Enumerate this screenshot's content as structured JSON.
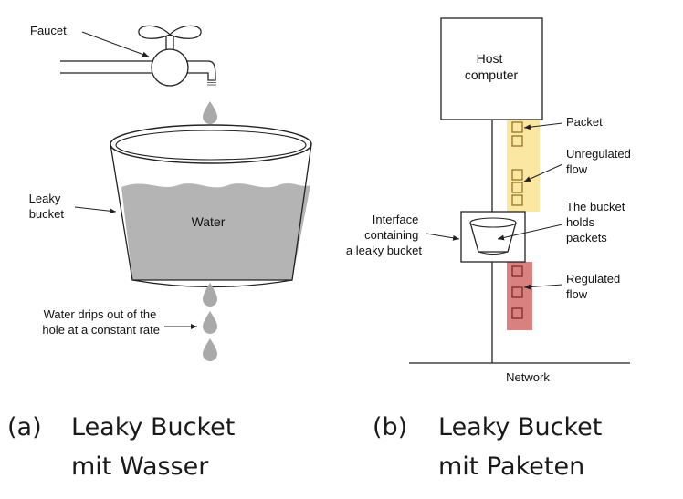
{
  "panel_a": {
    "faucet_label": "Faucet",
    "bucket_label_lines": [
      "Leaky",
      "bucket"
    ],
    "water_label": "Water",
    "drips_label_lines": [
      "Water drips out of the",
      "hole at a constant rate"
    ],
    "caption_letter": "(a)",
    "caption_lines": [
      "Leaky Bucket",
      "mit Wasser"
    ]
  },
  "panel_b": {
    "host_lines": [
      "Host",
      "computer"
    ],
    "packet_label": "Packet",
    "unregulated_lines": [
      "Unregulated",
      "flow"
    ],
    "bucket_holds_lines": [
      "The bucket",
      "holds",
      "packets"
    ],
    "interface_lines": [
      "Interface",
      "containing",
      "a leaky bucket"
    ],
    "regulated_lines": [
      "Regulated",
      "flow"
    ],
    "network_label": "Network",
    "caption_letter": "(b)",
    "caption_lines": [
      "Leaky Bucket",
      "mit Paketen"
    ]
  },
  "colors": {
    "water": "#b4b4b4",
    "drop": "#a9a9a9",
    "unregulated_highlight": "#fbe7a1",
    "regulated_highlight": "#d98080",
    "packet_outline": "#8a6a1f"
  }
}
